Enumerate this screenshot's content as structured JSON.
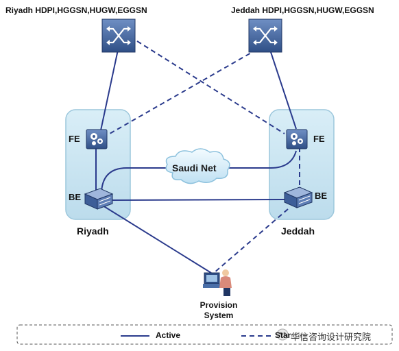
{
  "nodes": {
    "riyadh_gateway_label": "Riyadh HDPI,HGGSN,HUGW,EGGSN",
    "jeddah_gateway_label": "Jeddah HDPI,HGGSN,HUGW,EGGSN",
    "fe_label": "FE",
    "be_label": "BE",
    "cloud_label": "Saudi Net",
    "provision_line1": "Provision",
    "provision_line2": "System"
  },
  "sites": {
    "riyadh": "Riyadh",
    "jeddah": "Jeddah"
  },
  "legend": {
    "active": "Active",
    "standby": "Standby"
  },
  "watermark": "华信咨询设计研究院",
  "colors": {
    "link": "#2a3a8c",
    "site_fill": "#c9e4f0",
    "site_stroke": "#8fbfd6",
    "device": "#4a6fa8"
  },
  "icons": [
    "switch-icon",
    "fe-gear-icon",
    "be-server-icon",
    "cloud-icon",
    "operator-icon"
  ]
}
